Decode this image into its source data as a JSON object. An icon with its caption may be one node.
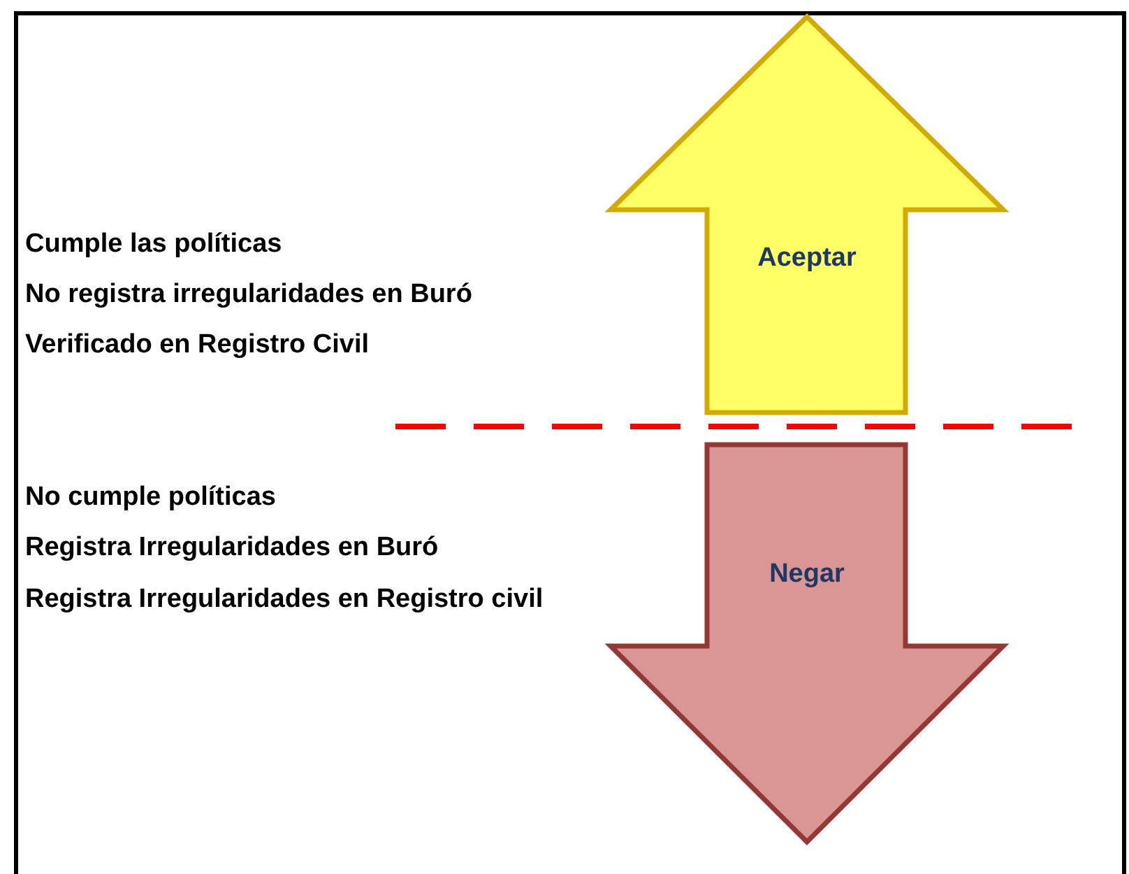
{
  "diagram": {
    "nodes": [
      {
        "text": [
          "Aceptar"
        ]
      },
      {
        "text": [
          "Negar"
        ]
      }
    ],
    "labels": [
      "Cumple las políticas",
      "No registra irregularidades en Buró",
      "Verificado en Registro Civil",
      "No cumple políticas",
      "Registra Irregularidades en Buró",
      "Registra Irregularidades en Registro civil"
    ]
  }
}
